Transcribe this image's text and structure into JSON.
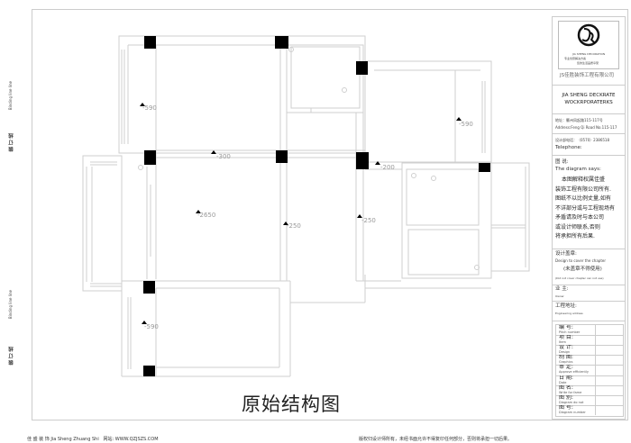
{
  "drawing": {
    "title": "原始结构图",
    "elevation_labels": [
      "-590",
      "-300",
      "-2650",
      "-250",
      "-250",
      "-200",
      "-590",
      "-590"
    ]
  },
  "title_block": {
    "logo_caption": "JIA SHENG DECORATION",
    "logo_tag_line1": "专业创意解决方案",
    "logo_tag_line2": "您的生活品质享受",
    "company_cn": "JS佳胜装饰工程有限公司",
    "company_en": "JIA SHENG DECKRATE WOCKRPORATERKS",
    "address_cn": "地址：衢州凤起路115-117号",
    "address_en": "Address:Feng Qi Road No.115-117",
    "phone_cn": "设计部电话：（0570）2386518",
    "phone_en": "Telephone:",
    "notes_title_cn": "图 说:",
    "notes_title_en": "The diagram says:",
    "notes_lines": [
      "本图解释权属佳盛",
      "装饰工程有限公司所有.",
      "图纸不以比例丈量,如有",
      "不详部分或与工程现场有",
      "矛盾请及时与本公司",
      "或设计师联系,否则",
      "将承担所有后果."
    ],
    "seal_title_cn": "设计盖章:",
    "seal_title_en": "Design to cover the chapter",
    "seal_note_cn": "(未盖章不得使用)",
    "seal_note_en": "(Did not cover chapter can not use)",
    "owner_cn": "业 主:",
    "owner_en": "Owner",
    "site_cn": "工程地址:",
    "site_en": "Engineering address",
    "fields": [
      {
        "cn": "编 号:",
        "en": "Pitch number"
      },
      {
        "cn": "项 目:",
        "en": "Item"
      },
      {
        "cn": "设 计:",
        "en": "Design"
      },
      {
        "cn": "制 图:",
        "en": "Graphics"
      },
      {
        "cn": "审 定:",
        "en": "Approve efficiently"
      },
      {
        "cn": "日 期:",
        "en": "Date"
      },
      {
        "cn": "图 名:",
        "en": "Write for fame"
      },
      {
        "cn": "图 别:",
        "en": "Diagram do not"
      },
      {
        "cn": "图 号:",
        "en": "Diagram number"
      }
    ]
  },
  "footer": {
    "left": "佳 盛 装 饰 Jia Sheng Zhuang Shi   网站: WWW.QZJSZS.COM",
    "right": "版权归设计师所有，未经书面允许不得复印任何部分，否则将承担一切后果。"
  },
  "margin": {
    "binding_top_cn": "装 订 线",
    "binding_top_en": "Binding line line",
    "binding_bottom_cn": "装 订 线",
    "binding_bottom_en": "Binding line line"
  }
}
